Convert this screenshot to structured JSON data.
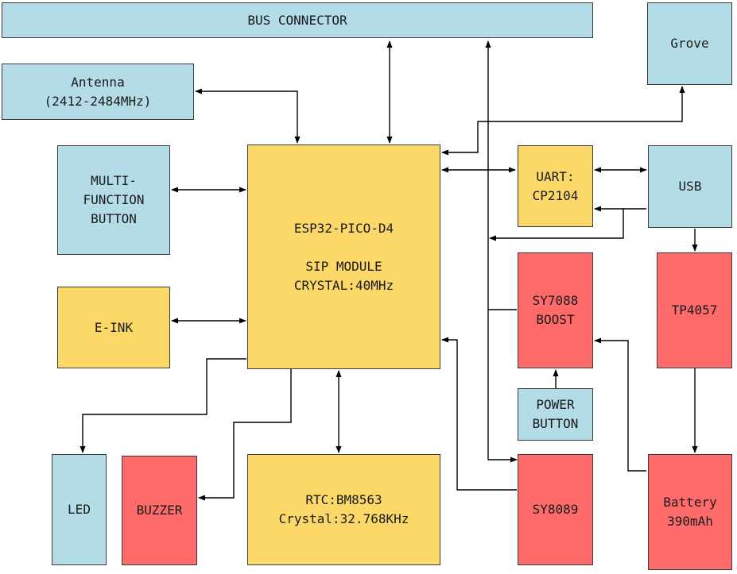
{
  "colors": {
    "interface_block": "#b3dce6",
    "core_block": "#fcd869",
    "power_block": "#ff6b6b",
    "line": "#000000"
  },
  "blocks": {
    "bus_connector": "BUS CONNECTOR",
    "grove": "Grove",
    "antenna": "Antenna\n(2412-2484MHz)",
    "multi_function_button": "MULTI-\nFUNCTION\nBUTTON",
    "esp32": "ESP32-PICO-D4\n\nSIP MODULE\nCRYSTAL:40MHz",
    "uart": "UART:\nCP2104",
    "usb": "USB",
    "e_ink": "E-INK",
    "sy7088": "SY7088\nBOOST",
    "tp4057": "TP4057",
    "power_button": "POWER\nBUTTON",
    "led": "LED",
    "buzzer": "BUZZER",
    "rtc": "RTC:BM8563\nCrystal:32.768KHz",
    "sy8089": "SY8089",
    "battery": "Battery\n390mAh"
  }
}
